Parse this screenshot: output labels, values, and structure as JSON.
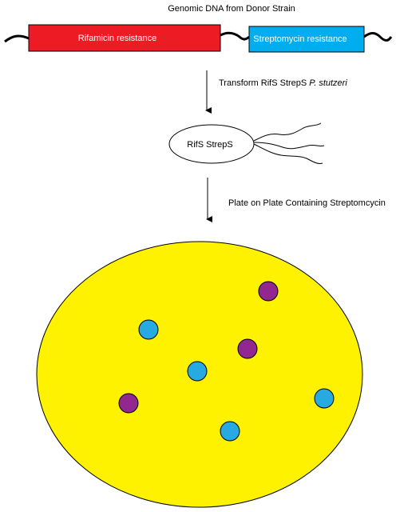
{
  "title": "Genomic DNA from Donor Strain",
  "genes": [
    {
      "label": "Rifamicin resistance",
      "color": "#ed1c24"
    },
    {
      "label": "Streptomycin resistance",
      "color": "#00aeef"
    }
  ],
  "step1": {
    "prefix": "Transform RifS StrepS ",
    "italic": "P. stutzeri"
  },
  "cell_label": "RifS StrepS",
  "step2": "Plate on Plate Containing Streptomcycin",
  "plate": {
    "color": "#fff200",
    "colonies": [
      {
        "type": "purple",
        "color": "#92278f"
      },
      {
        "type": "blue",
        "color": "#27aae1"
      },
      {
        "type": "purple",
        "color": "#92278f"
      },
      {
        "type": "blue",
        "color": "#27aae1"
      },
      {
        "type": "purple",
        "color": "#92278f"
      },
      {
        "type": "blue",
        "color": "#27aae1"
      },
      {
        "type": "blue",
        "color": "#27aae1"
      }
    ]
  }
}
